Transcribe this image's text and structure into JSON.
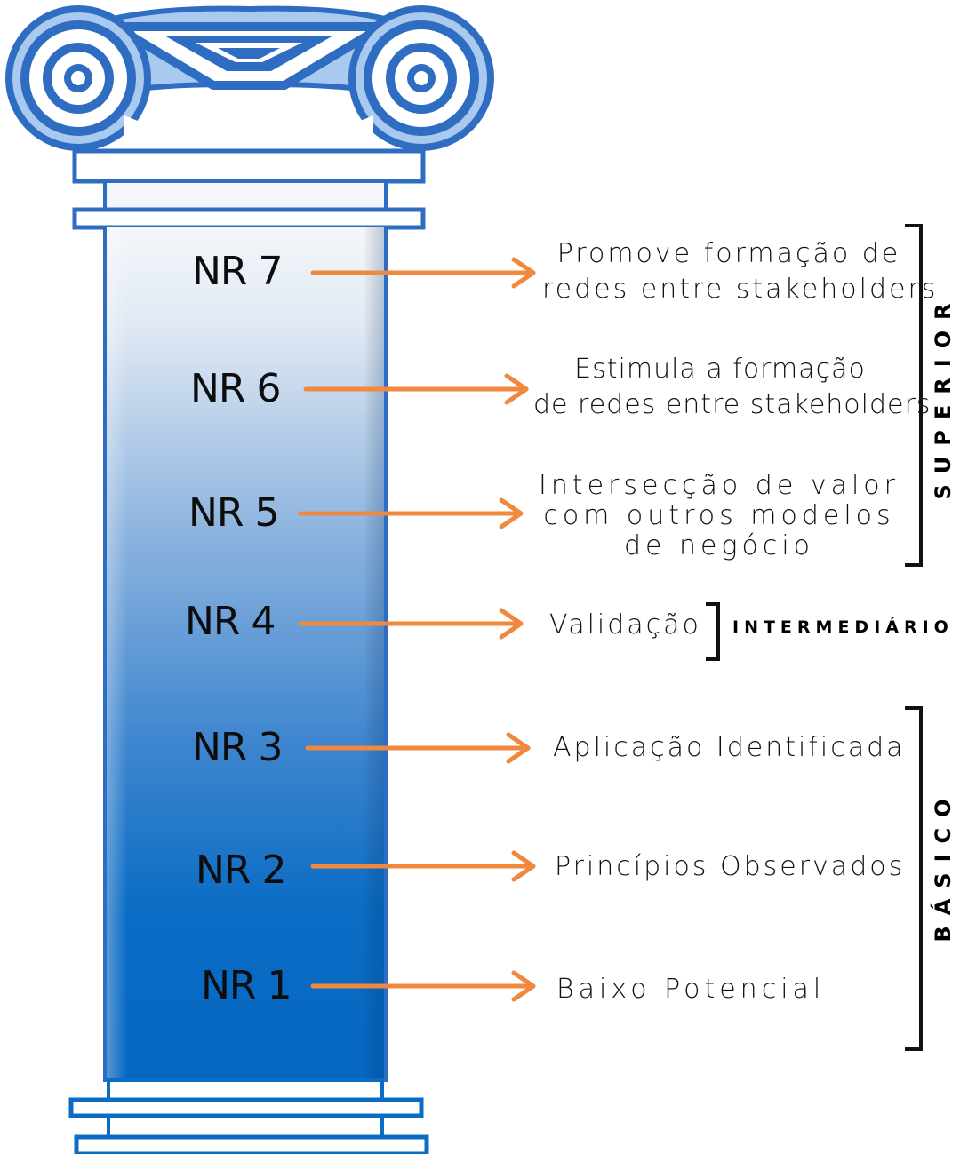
{
  "levels": [
    {
      "code": "NR 7",
      "description_lines": [
        "Promove formação de",
        "redes entre stakeholders"
      ]
    },
    {
      "code": "NR 6",
      "description_lines": [
        "Estimula a formação",
        "de redes entre stakeholders"
      ]
    },
    {
      "code": "NR 5",
      "description_lines": [
        "Intersecção de valor",
        "com outros modelos",
        "de negócio"
      ]
    },
    {
      "code": "NR 4",
      "description_lines": [
        "Validação"
      ]
    },
    {
      "code": "NR 3",
      "description_lines": [
        "Aplicação Identificada"
      ]
    },
    {
      "code": "NR 2",
      "description_lines": [
        "Princípios Observados"
      ]
    },
    {
      "code": "NR 1",
      "description_lines": [
        "Baixo Potencial"
      ]
    }
  ],
  "groups": {
    "superior": "SUPERIOR",
    "intermediario": "INTERMEDIÁRIO",
    "basico": "BÁSICO"
  },
  "colors": {
    "column_blue": "#0a6cc4",
    "column_light": "#e9f0f7",
    "capital_blue": "#2f6dc2",
    "capital_light": "#7fb0e6",
    "arrow_orange": "#f0883e",
    "text": "#111111"
  }
}
